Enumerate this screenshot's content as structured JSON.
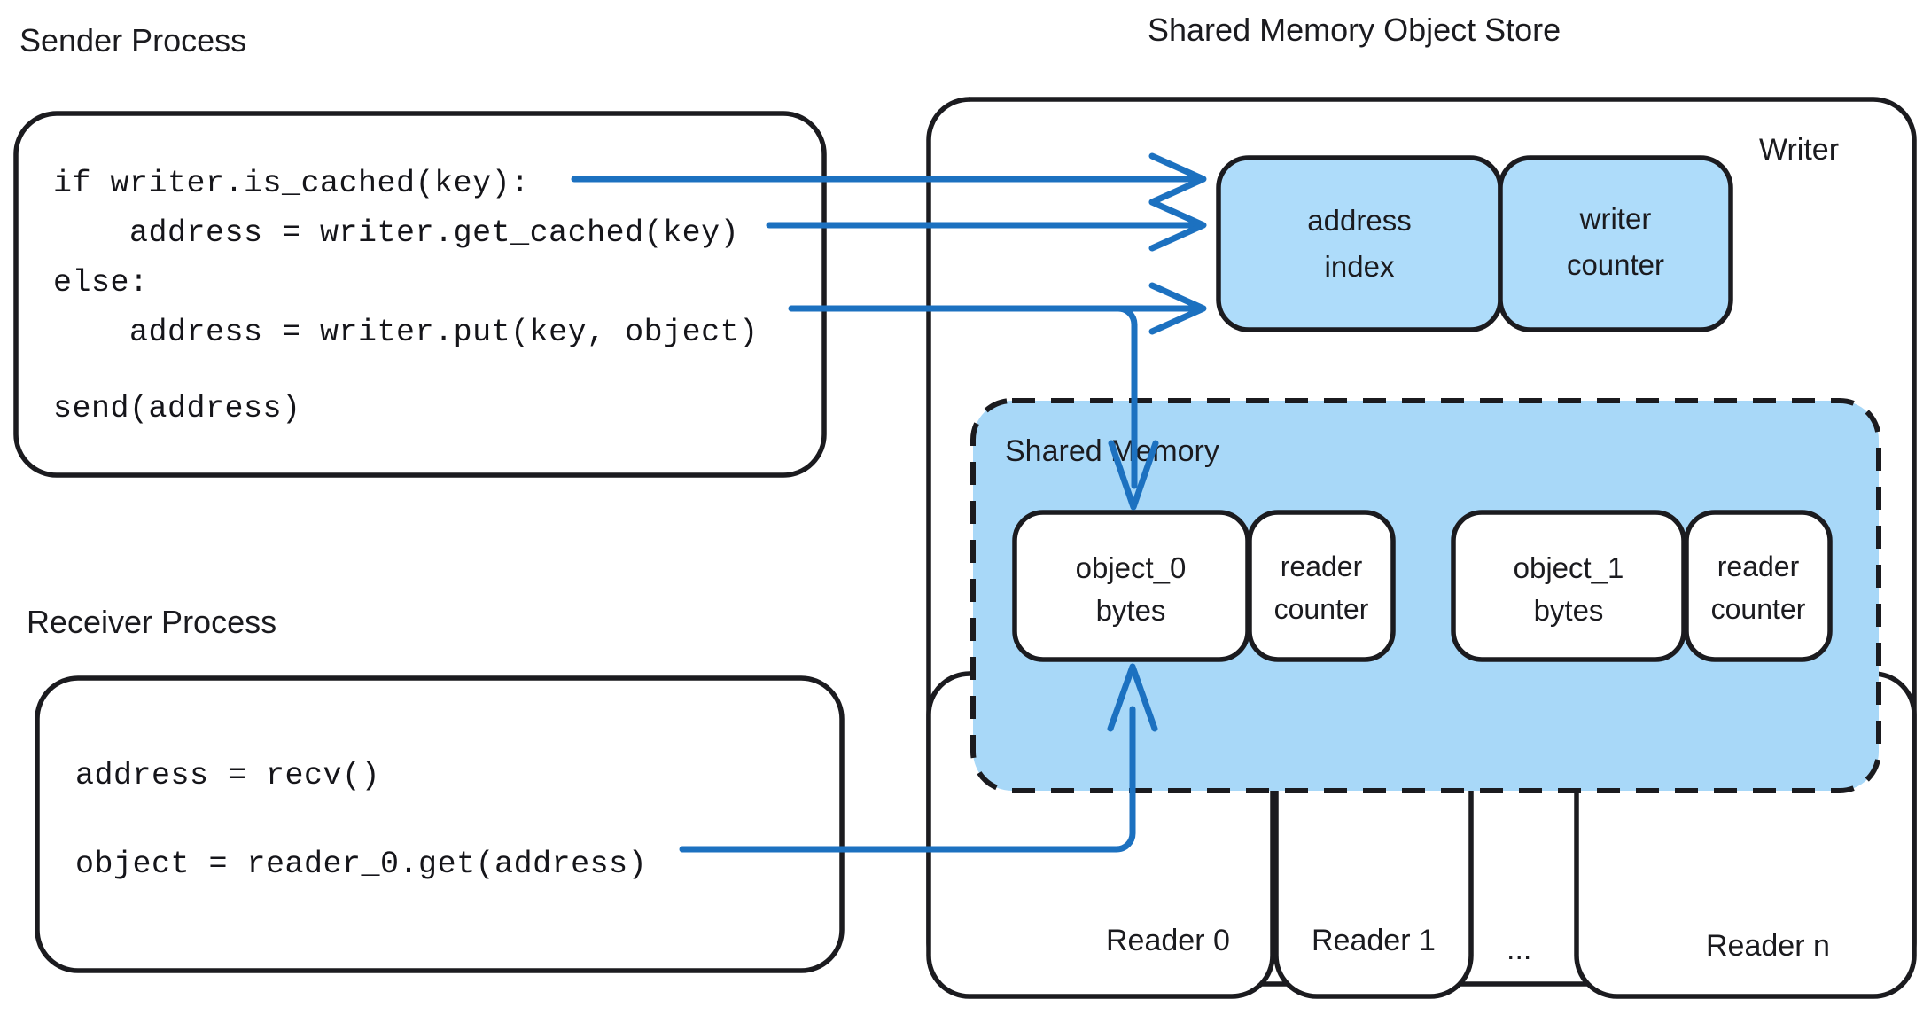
{
  "diagram": {
    "title": "Shared Memory Object Store architecture",
    "colors": {
      "accent_blue": "#1C71C0",
      "fill_blue": "#AEDCFA",
      "shared_memory_blue": "#A8D8F8",
      "stroke_black": "#1b1b1f",
      "background": "#ffffff"
    }
  },
  "sender": {
    "heading": "Sender Process",
    "code_lines": [
      "if writer.is_cached(key):",
      "    address = writer.get_cached(key)",
      "else:",
      "    address = writer.put(key, object)",
      "",
      "send(address)"
    ]
  },
  "receiver": {
    "heading": "Receiver Process",
    "code_lines": [
      "address = recv()",
      "",
      "object = reader_0.get(address)"
    ]
  },
  "store": {
    "heading": "Shared Memory Object Store",
    "writer": {
      "label": "Writer",
      "cells": [
        {
          "line1": "address",
          "line2": "index"
        },
        {
          "line1": "writer",
          "line2": "counter"
        }
      ]
    },
    "shared_memory": {
      "label": "Shared Memory",
      "slots": [
        {
          "object": {
            "line1": "object_0",
            "line2": "bytes"
          },
          "counter": {
            "line1": "reader",
            "line2": "counter"
          }
        },
        {
          "object": {
            "line1": "object_1",
            "line2": "bytes"
          },
          "counter": {
            "line1": "reader",
            "line2": "counter"
          }
        }
      ]
    },
    "readers": [
      {
        "label": "Reader 0"
      },
      {
        "label": "Reader 1"
      },
      {
        "label": "..."
      },
      {
        "label": "Reader n"
      }
    ]
  },
  "arrows": [
    {
      "name": "is-cached-to-address-index",
      "from": "if writer.is_cached(key):",
      "to": "address index"
    },
    {
      "name": "get-cached-to-address-index",
      "from": "address = writer.get_cached(key)",
      "to": "address index"
    },
    {
      "name": "put-to-address-index",
      "from": "address = writer.put(key, object)",
      "to": "address index"
    },
    {
      "name": "put-to-object-0",
      "from": "address = writer.put(key, object)",
      "to": "object_0 bytes"
    },
    {
      "name": "reader-get-to-object-0",
      "from": "object = reader_0.get(address)",
      "to": "object_0 bytes"
    }
  ]
}
